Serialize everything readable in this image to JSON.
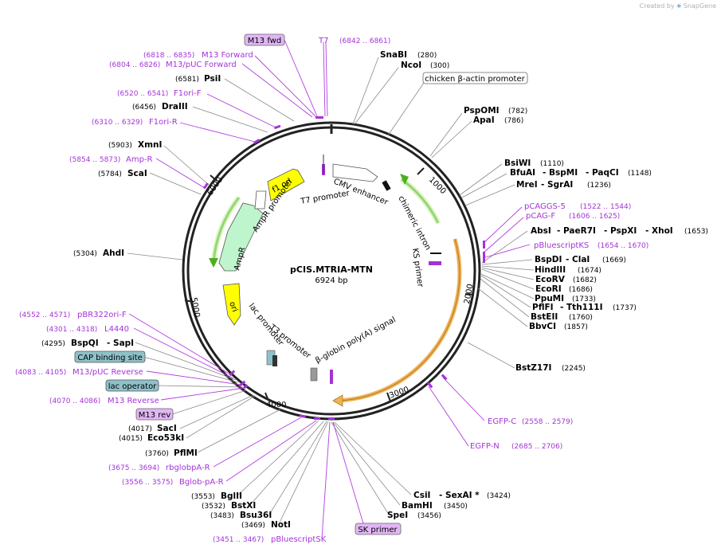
{
  "credit": {
    "prefix": "Created by",
    "brand": "SnapGene"
  },
  "plasmid": {
    "name": "pCIS.MTRIA-MTN",
    "size_label": "6924 bp"
  },
  "ticks": [
    "1000",
    "2000",
    "3000",
    "4000",
    "5000",
    "6000"
  ],
  "enzymes": {
    "snabi": {
      "name": "SnaBI",
      "pos": "(280)"
    },
    "ncoi": {
      "name": "NcoI",
      "pos": "(300)"
    },
    "pspomi": {
      "name": "PspOMI",
      "pos": "(782)"
    },
    "apai": {
      "name": "ApaI",
      "pos": "(786)"
    },
    "bsiwi": {
      "name": "BsiWI",
      "pos": "(1110)"
    },
    "bfuai": {
      "name": "BfuAI",
      "sep1": "- BspMI",
      "sep2": "- PaqCI",
      "pos": "(1148)"
    },
    "mrei": {
      "name": "MreI",
      "sep1": "- SgrAI",
      "pos": "(1236)"
    },
    "absi": {
      "name": "AbsI",
      "sep1": "- PaeR7I",
      "sep2": "- PspXI",
      "sep3": "- XhoI",
      "pos": "(1653)"
    },
    "bspdi": {
      "name": "BspDI",
      "sep1": "- ClaI",
      "pos": "(1669)"
    },
    "hindiii": {
      "name": "HindIII",
      "pos": "(1674)"
    },
    "ecorv": {
      "name": "EcoRV",
      "pos": "(1682)"
    },
    "ecori": {
      "name": "EcoRI",
      "pos": "(1686)"
    },
    "ppumi": {
      "name": "PpuMI",
      "pos": "(1733)"
    },
    "pflfi": {
      "name": "PflFI",
      "sep1": "- Tth111I",
      "pos": "(1737)"
    },
    "bsteii": {
      "name": "BstEII",
      "pos": "(1760)"
    },
    "bbvci": {
      "name": "BbvCI",
      "pos": "(1857)"
    },
    "bstz17i": {
      "name": "BstZ17I",
      "pos": "(2245)"
    },
    "csii": {
      "name": "CsiI",
      "sep1": "- SexAI *",
      "pos": "(3424)"
    },
    "bamhi": {
      "name": "BamHI",
      "pos": "(3450)"
    },
    "spei": {
      "name": "SpeI",
      "pos": "(3456)"
    },
    "psii": {
      "name": "PsiI",
      "pos": "(6581)"
    },
    "draiii": {
      "name": "DraIII",
      "pos": "(6456)"
    },
    "xmni": {
      "name": "XmnI",
      "pos": "(5903)"
    },
    "scai": {
      "name": "ScaI",
      "pos": "(5784)"
    },
    "ahdi": {
      "name": "AhdI",
      "pos": "(5304)"
    },
    "bspqi": {
      "name": "BspQI",
      "sep1": "- SapI",
      "pos": "(4295)"
    },
    "saci": {
      "name": "SacI",
      "pos": "(4017)"
    },
    "eco53ki": {
      "name": "Eco53kI",
      "pos": "(4015)"
    },
    "pflmi": {
      "name": "PflMI",
      "pos": "(3760)"
    },
    "bglii": {
      "name": "BglII",
      "pos": "(3553)"
    },
    "bstxi": {
      "name": "BstXI",
      "pos": "(3532)"
    },
    "bsu36i": {
      "name": "Bsu36I",
      "pos": "(3483)"
    },
    "noti": {
      "name": "NotI",
      "pos": "(3469)"
    }
  },
  "primers": {
    "t7": {
      "name": "T7",
      "pos": "(6842 .. 6861)"
    },
    "m13fwd_long": {
      "name": "M13 Forward",
      "pos": "(6818 .. 6835)"
    },
    "m13puc_fwd": {
      "name": "M13/pUC Forward",
      "pos": "(6804 .. 6826)"
    },
    "f1ori_f": {
      "name": "F1ori-F",
      "pos": "(6520 .. 6541)"
    },
    "f1ori_r": {
      "name": "F1ori-R",
      "pos": "(6310 .. 6329)"
    },
    "ampr": {
      "name": "Amp-R",
      "pos": "(5854 .. 5873)"
    },
    "pcaggs5": {
      "name": "pCAGGS-5",
      "pos": "(1522 .. 1544)"
    },
    "pcagf": {
      "name": "pCAG-F",
      "pos": "(1606 .. 1625)"
    },
    "pbluescriptks": {
      "name": "pBluescriptKS",
      "pos": "(1654 .. 1670)"
    },
    "egfpc": {
      "name": "EGFP-C",
      "pos": "(2558 .. 2579)"
    },
    "egfpn": {
      "name": "EGFP-N",
      "pos": "(2685 .. 2706)"
    },
    "pbr322": {
      "name": "pBR322ori-F",
      "pos": "(4552 .. 4571)"
    },
    "l4440": {
      "name": "L4440",
      "pos": "(4301 .. 4318)"
    },
    "m13puc_rev": {
      "name": "M13/pUC Reverse",
      "pos": "(4083 .. 4105)"
    },
    "m13rev_long": {
      "name": "M13 Reverse",
      "pos": "(4070 .. 4086)"
    },
    "rbglob": {
      "name": "rbglobpA-R",
      "pos": "(3675 .. 3694)"
    },
    "bglob": {
      "name": "Bglob-pA-R",
      "pos": "(3556 .. 3575)"
    },
    "pbluescriptsk": {
      "name": "pBluescriptSK",
      "pos": "(3451 .. 3467)"
    }
  },
  "boxed": {
    "m13fwd": "M13 fwd",
    "m13rev": "M13 rev",
    "skprimer": "SK primer",
    "chicken": "chicken β-actin promoter",
    "cap": "CAP binding site",
    "lacop": "lac operator"
  },
  "features": {
    "cmv": "CMV enhancer",
    "t7prom": "T7 promoter",
    "chimeric": "chimeric intron",
    "ks": "KS primer",
    "f1ori": "f1 ori",
    "ampprom": "AmpR promoter",
    "ampr": "AmpR",
    "ori": "ori",
    "lacprom": "lac promoter",
    "t3prom": "T3 promoter",
    "globin": "β-globin poly(A) signal"
  },
  "colors": {
    "backbone": "#222222",
    "primer": "#a433d8",
    "primer_box": "#e2b6f5",
    "promoter_box": "#8fc1c9",
    "ori_yellow": "#ffff00",
    "ampr_green": "#bff5cc",
    "egfp_orange": "#f0b256",
    "green_arc": "#4caf1e"
  }
}
